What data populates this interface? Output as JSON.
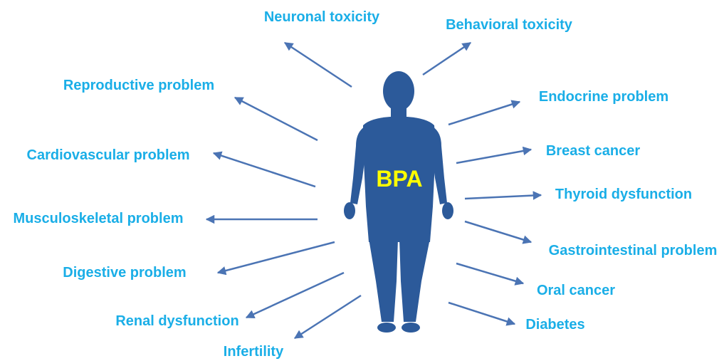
{
  "center_label": "BPA",
  "effects": [
    "Neuronal toxicity",
    "Behavioral toxicity",
    "Reproductive problem",
    "Endocrine problem",
    "Cardiovascular problem",
    "Breast cancer",
    "Thyroid dysfunction",
    "Musculoskeletal problem",
    "Gastrointestinal problem",
    "Digestive problem",
    "Oral cancer",
    "Renal dysfunction",
    "Diabetes",
    "Infertility"
  ],
  "colors": {
    "label": "#1aaee7",
    "figure": "#2c5a9a",
    "arrow": "#4b74b4",
    "center_label": "#ffff00"
  }
}
